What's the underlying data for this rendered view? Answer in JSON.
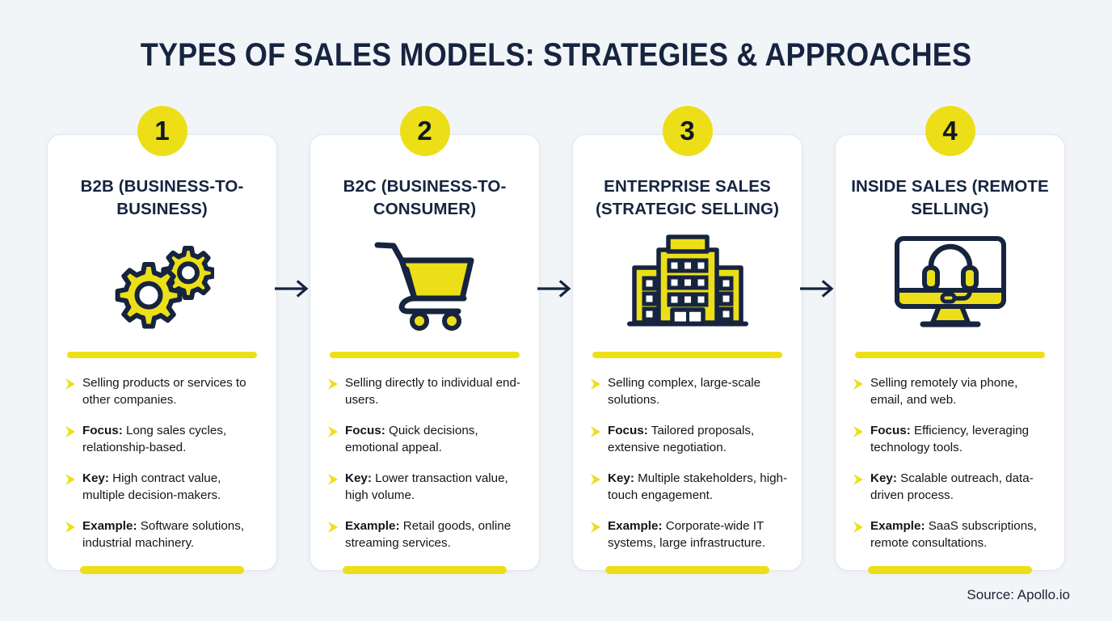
{
  "title": "TYPES OF SALES MODELS: STRATEGIES & APPROACHES",
  "source": "Source: Apollo.io",
  "colors": {
    "background": "#f2f5f8",
    "accent_yellow": "#ecdf18",
    "navy": "#16243f",
    "text": "#12151a",
    "card_bg": "#ffffff",
    "card_border": "#e2e6ea"
  },
  "connectors": [
    {
      "icon": "arrow-right-icon"
    },
    {
      "icon": "arrow-right-icon"
    },
    {
      "icon": "arrow-right-icon"
    }
  ],
  "cards": [
    {
      "number": "1",
      "heading": "B2B (BUSINESS-TO-BUSINESS)",
      "icon": "gears-icon",
      "bullets": [
        {
          "label": "",
          "text": "Selling products or services to other companies."
        },
        {
          "label": "Focus:",
          "text": " Long sales cycles, relationship-based."
        },
        {
          "label": "Key:",
          "text": " High contract value, multiple decision-makers."
        },
        {
          "label": "Example:",
          "text": " Software solutions, industrial machinery."
        }
      ]
    },
    {
      "number": "2",
      "heading": "B2C (BUSINESS-TO-CONSUMER)",
      "icon": "shopping-cart-icon",
      "bullets": [
        {
          "label": "",
          "text": "Selling directly to individual end-users."
        },
        {
          "label": "Focus:",
          "text": " Quick decisions, emotional appeal."
        },
        {
          "label": "Key:",
          "text": " Lower transaction value, high volume."
        },
        {
          "label": "Example:",
          "text": " Retail goods, online streaming services."
        }
      ]
    },
    {
      "number": "3",
      "heading": "ENTERPRISE SALES (STRATEGIC SELLING)",
      "icon": "office-building-icon",
      "bullets": [
        {
          "label": "",
          "text": "Selling complex, large-scale solutions."
        },
        {
          "label": "Focus:",
          "text": " Tailored proposals, extensive negotiation."
        },
        {
          "label": "Key:",
          "text": " Multiple stakeholders, high-touch engagement."
        },
        {
          "label": "Example:",
          "text": " Corporate-wide IT systems, large infrastructure."
        }
      ]
    },
    {
      "number": "4",
      "heading": "INSIDE SALES (REMOTE SELLING)",
      "icon": "monitor-headset-icon",
      "bullets": [
        {
          "label": "",
          "text": "Selling remotely via phone, email, and web."
        },
        {
          "label": "Focus:",
          "text": " Efficiency, leveraging technology tools."
        },
        {
          "label": "Key:",
          "text": " Scalable outreach, data-driven process."
        },
        {
          "label": "Example:",
          "text": " SaaS subscriptions, remote consultations."
        }
      ]
    }
  ]
}
